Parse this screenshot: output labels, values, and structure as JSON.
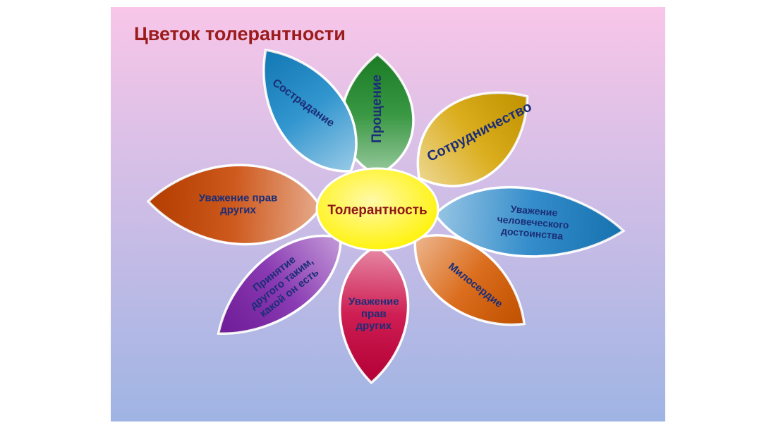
{
  "slide": {
    "title": "Цветок  толерантности",
    "background": {
      "top": "#f8c6e8",
      "bottom": "#9fb4e4"
    }
  },
  "flower": {
    "center": {
      "label": "Толерантность",
      "fill": "#fff200"
    },
    "petals": [
      {
        "id": "forgiveness",
        "lines": [
          "Прощение"
        ],
        "color": "#1f8a2a"
      },
      {
        "id": "cooperation",
        "lines": [
          "Сотрудничество"
        ],
        "color": "#d6a300"
      },
      {
        "id": "human-dignity",
        "lines": [
          "Уважение",
          "человеческого",
          "достоинства"
        ],
        "color": "#1a7fc4"
      },
      {
        "id": "mercy",
        "lines": [
          "Милосердие"
        ],
        "color": "#d65a00"
      },
      {
        "id": "respect-rights-bottom",
        "lines": [
          "Уважение",
          "прав",
          "других"
        ],
        "color": "#c8003c"
      },
      {
        "id": "acceptance",
        "lines": [
          "Принятие",
          "другого таким,",
          "какой он есть"
        ],
        "color": "#7a1fa8"
      },
      {
        "id": "respect-rights-left",
        "lines": [
          "Уважение прав",
          "других"
        ],
        "color": "#c84400"
      },
      {
        "id": "compassion",
        "lines": [
          "Сострадание"
        ],
        "color": "#1687c8"
      }
    ]
  }
}
